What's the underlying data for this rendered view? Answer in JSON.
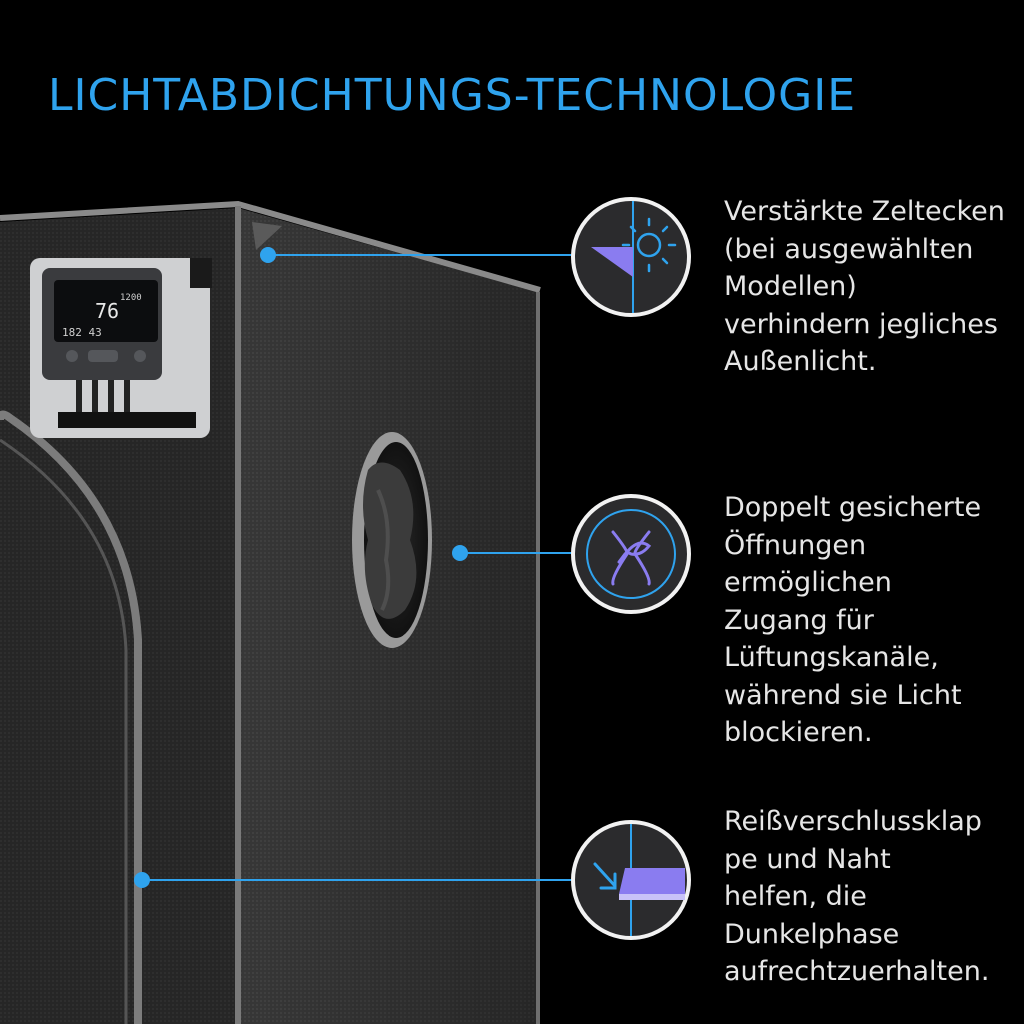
{
  "title": "LICHTABDICHTUNGS-TECHNOLOGIE",
  "colors": {
    "accent": "#2fa3ee",
    "text": "#e6e6e6",
    "background": "#000000",
    "icon_purple": "#8a7cf0"
  },
  "callouts": [
    {
      "icon": "sun-corner-icon",
      "text": "Verstärkte Zeltecken\n(bei ausgewählten\nModellen)\nverhindern jegliches\nAußenlicht."
    },
    {
      "icon": "tied-duct-icon",
      "text": "Doppelt gesicherte\nÖffnungen\nermöglichen\nZugang für\nLüftungskanäle,\nwährend sie Licht\nblockieren."
    },
    {
      "icon": "zipper-flap-icon",
      "text": "Reißverschlussklap\npe und Naht\nhelfen, die\nDunkelphase\naufrechtzuerhalten."
    }
  ]
}
